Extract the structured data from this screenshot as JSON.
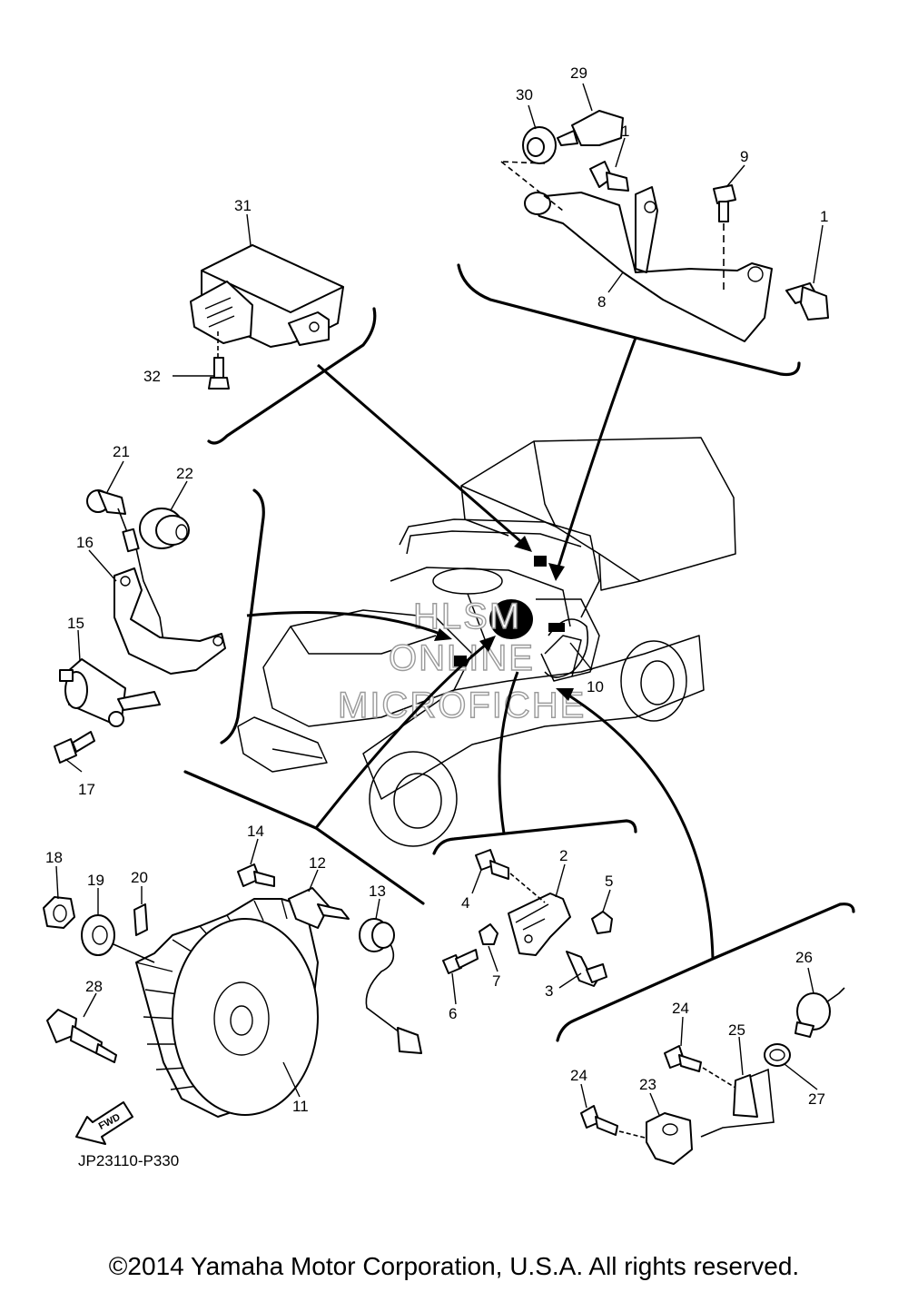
{
  "diagram": {
    "reference_code": "JP23110-P330",
    "copyright": "©2014 Yamaha Motor Corporation, U.S.A. All rights reserved.",
    "fwd_label": "FWD",
    "watermark": [
      "HLSM",
      "ONLINE",
      "MICROFICHE"
    ],
    "callouts": {
      "c1a": "1",
      "c1b": "1",
      "c2": "2",
      "c3": "3",
      "c4": "4",
      "c5": "5",
      "c6": "6",
      "c7": "7",
      "c8": "8",
      "c9": "9",
      "c10": "10",
      "c11": "11",
      "c12": "12",
      "c13": "13",
      "c14": "14",
      "c15": "15",
      "c16": "16",
      "c17": "17",
      "c18": "18",
      "c19": "19",
      "c20": "20",
      "c21": "21",
      "c22": "22",
      "c23": "23",
      "c24a": "24",
      "c24b": "24",
      "c25": "25",
      "c26": "26",
      "c27": "27",
      "c28": "28",
      "c29": "29",
      "c30": "30",
      "c31": "31",
      "c32": "32"
    }
  }
}
